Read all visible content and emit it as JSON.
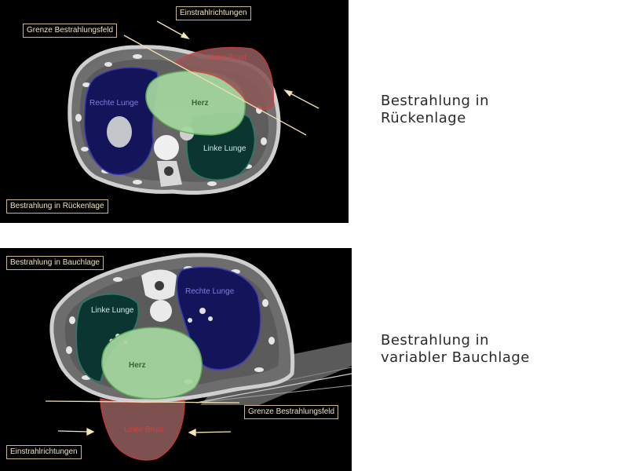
{
  "panels": {
    "supine": {
      "box_label": "Bestrahlung in Rückenlage",
      "field_border": "Grenze Bestrahlungsfeld",
      "beam_directions": "Einstrahlrichtungen",
      "right_lung": "Rechte Lunge",
      "left_lung": "Linke Lunge",
      "heart": "Herz",
      "left_breast": "Linke Brust",
      "caption_line1": "Bestrahlung in",
      "caption_line2": "Rückenlage"
    },
    "prone": {
      "box_label": "Bestrahlung in Bauchlage",
      "field_border": "Grenze Bestrahlungsfeld",
      "beam_directions": "Einstrahlrichtungen",
      "right_lung": "Rechte Lunge",
      "left_lung": "Linke Lunge",
      "heart": "Herz",
      "left_breast": "Linke Brust",
      "caption_line1": "Bestrahlung in",
      "caption_line2": "variabler Bauchlage"
    }
  },
  "colors": {
    "lung": "#1a1a6e",
    "left_lung": "#0f3b36",
    "heart": "#a9d9a3",
    "breast": "#b06a6a",
    "label_box_border": "#c9b78a",
    "field_line": "#e8d9a8",
    "right_lung_text": "#7d7de8",
    "left_lung_text": "#cfe8e0",
    "heart_text": "#2f6b2a",
    "breast_text": "#d44040"
  }
}
